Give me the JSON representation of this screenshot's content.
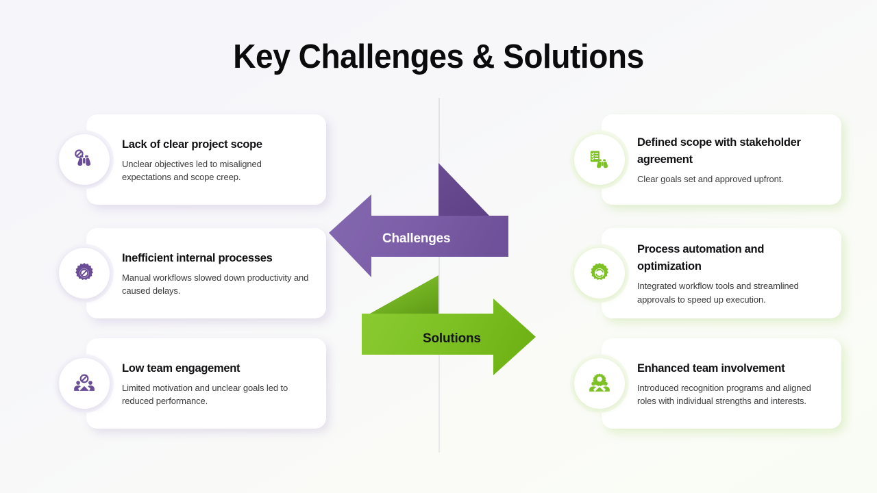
{
  "page": {
    "title": "Key Challenges & Solutions",
    "background_start": "#F6F6FA",
    "background_end": "#F9FCF4"
  },
  "colors": {
    "purple": "#7B5EA7",
    "purple_dark": "#5B3F84",
    "green": "#7DC124",
    "green_dark": "#5E9A16",
    "card_background": "#FFFFFF",
    "title_text": "#0B0B0B",
    "body_text": "#3A3A3C"
  },
  "arrows": {
    "challenges": {
      "label": "Challenges",
      "direction": "left",
      "color": "#7B5EA7",
      "label_color": "#FFFFFF"
    },
    "solutions": {
      "label": "Solutions",
      "direction": "right",
      "color": "#7DC124",
      "label_color": "#141414"
    }
  },
  "challenges": {
    "items": [
      {
        "icon": "binoculars-blocked-icon",
        "title": "Lack of clear project scope",
        "description": "Unclear objectives led to misaligned expectations and scope creep."
      },
      {
        "icon": "gear-blocked-icon",
        "title": "Inefficient internal processes",
        "description": "Manual workflows slowed down productivity and caused delays."
      },
      {
        "icon": "team-blocked-icon",
        "title": "Low team engagement",
        "description": "Limited motivation and unclear goals led to reduced performance."
      }
    ]
  },
  "solutions": {
    "items": [
      {
        "icon": "checklist-binoculars-icon",
        "title": "Defined scope with stakeholder agreement",
        "description": "Clear goals set and approved upfront."
      },
      {
        "icon": "gear-refresh-icon",
        "title": "Process automation and optimization",
        "description": "Integrated workflow tools and streamlined approvals to speed up execution."
      },
      {
        "icon": "team-gear-icon",
        "title": "Enhanced team involvement",
        "description": "Introduced recognition programs and aligned roles with individual strengths and interests."
      }
    ]
  }
}
